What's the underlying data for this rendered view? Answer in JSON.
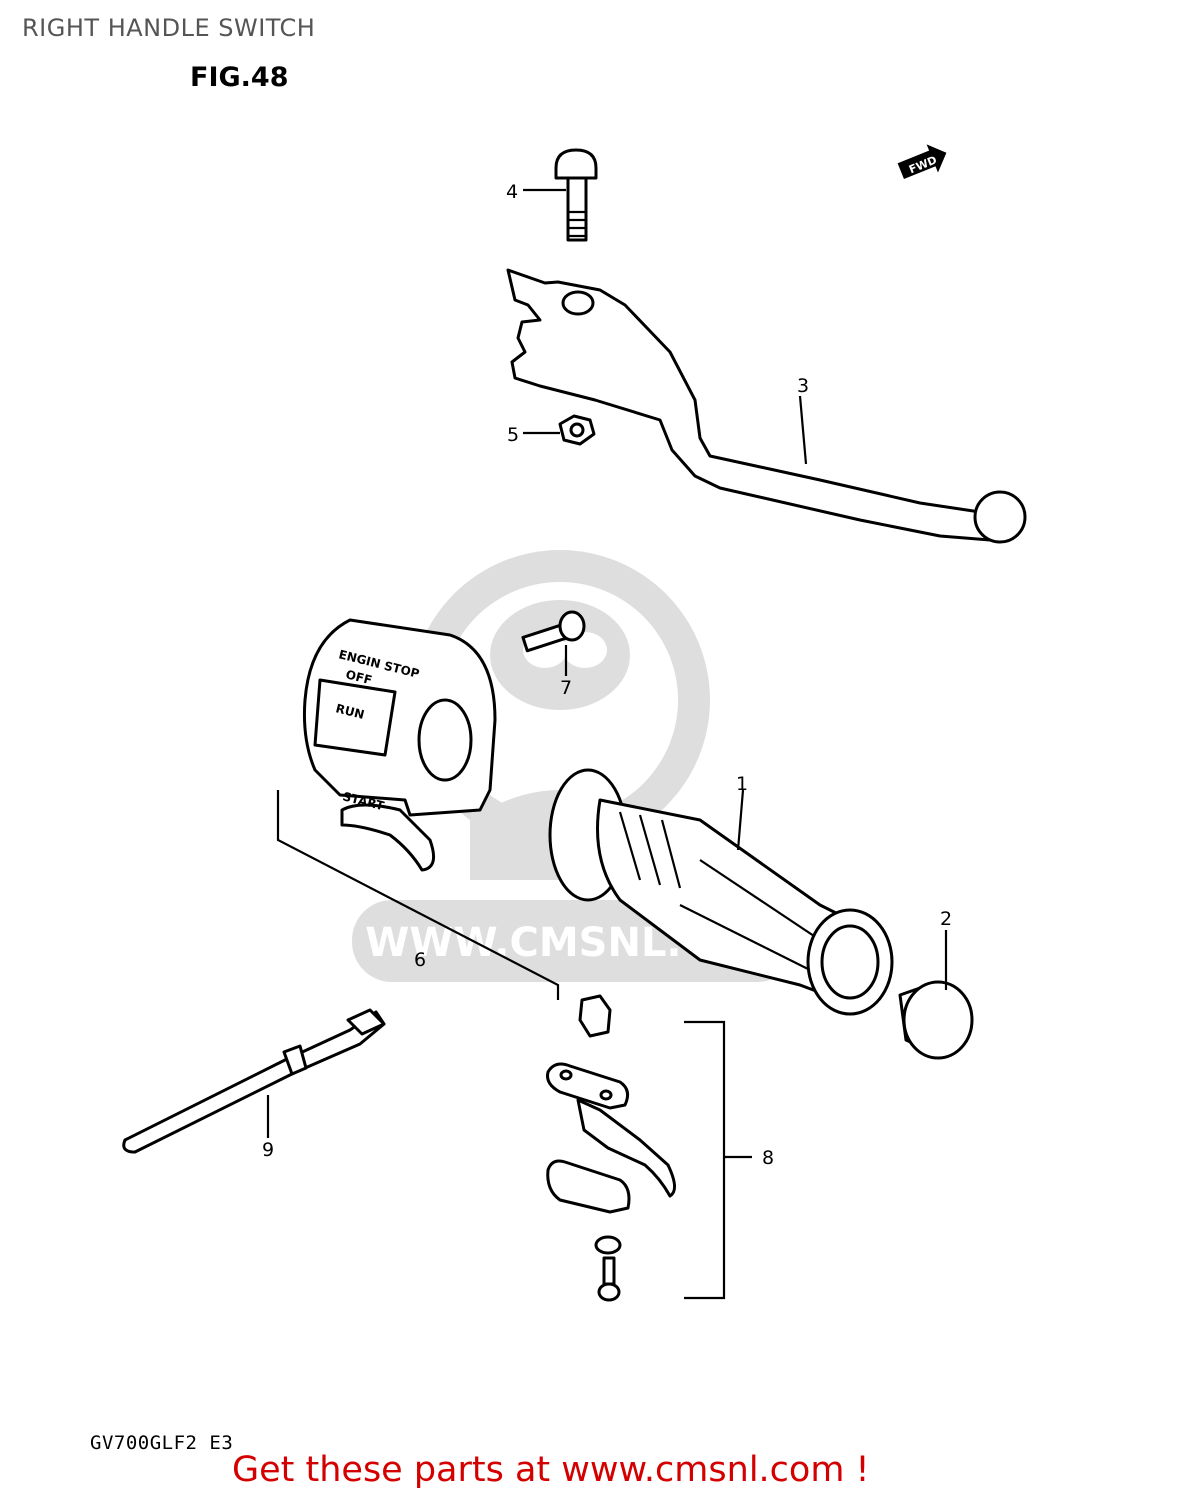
{
  "page": {
    "title": "RIGHT HANDLE SWITCH",
    "figure_label": "FIG.48",
    "model_code": "GV700GLF2 E3",
    "footer_link_text": "Get these parts at www.cmsnl.com !"
  },
  "diagram": {
    "direction_marker": "FWD",
    "watermark_text": "WWW.CMSNL.COM",
    "switch_labels": {
      "engine_stop": "ENGIN STOP",
      "off": "OFF",
      "run": "RUN",
      "start": "START"
    },
    "callouts": [
      {
        "id": "callout-1",
        "number": "1"
      },
      {
        "id": "callout-2",
        "number": "2"
      },
      {
        "id": "callout-3",
        "number": "3"
      },
      {
        "id": "callout-4",
        "number": "4"
      },
      {
        "id": "callout-5",
        "number": "5"
      },
      {
        "id": "callout-6",
        "number": "6"
      },
      {
        "id": "callout-7",
        "number": "7"
      },
      {
        "id": "callout-8",
        "number": "8"
      },
      {
        "id": "callout-9",
        "number": "9"
      }
    ]
  },
  "colors": {
    "footer_link": "#d40000",
    "title_gray": "#555555",
    "watermark_gray": "#d9d9d9"
  }
}
